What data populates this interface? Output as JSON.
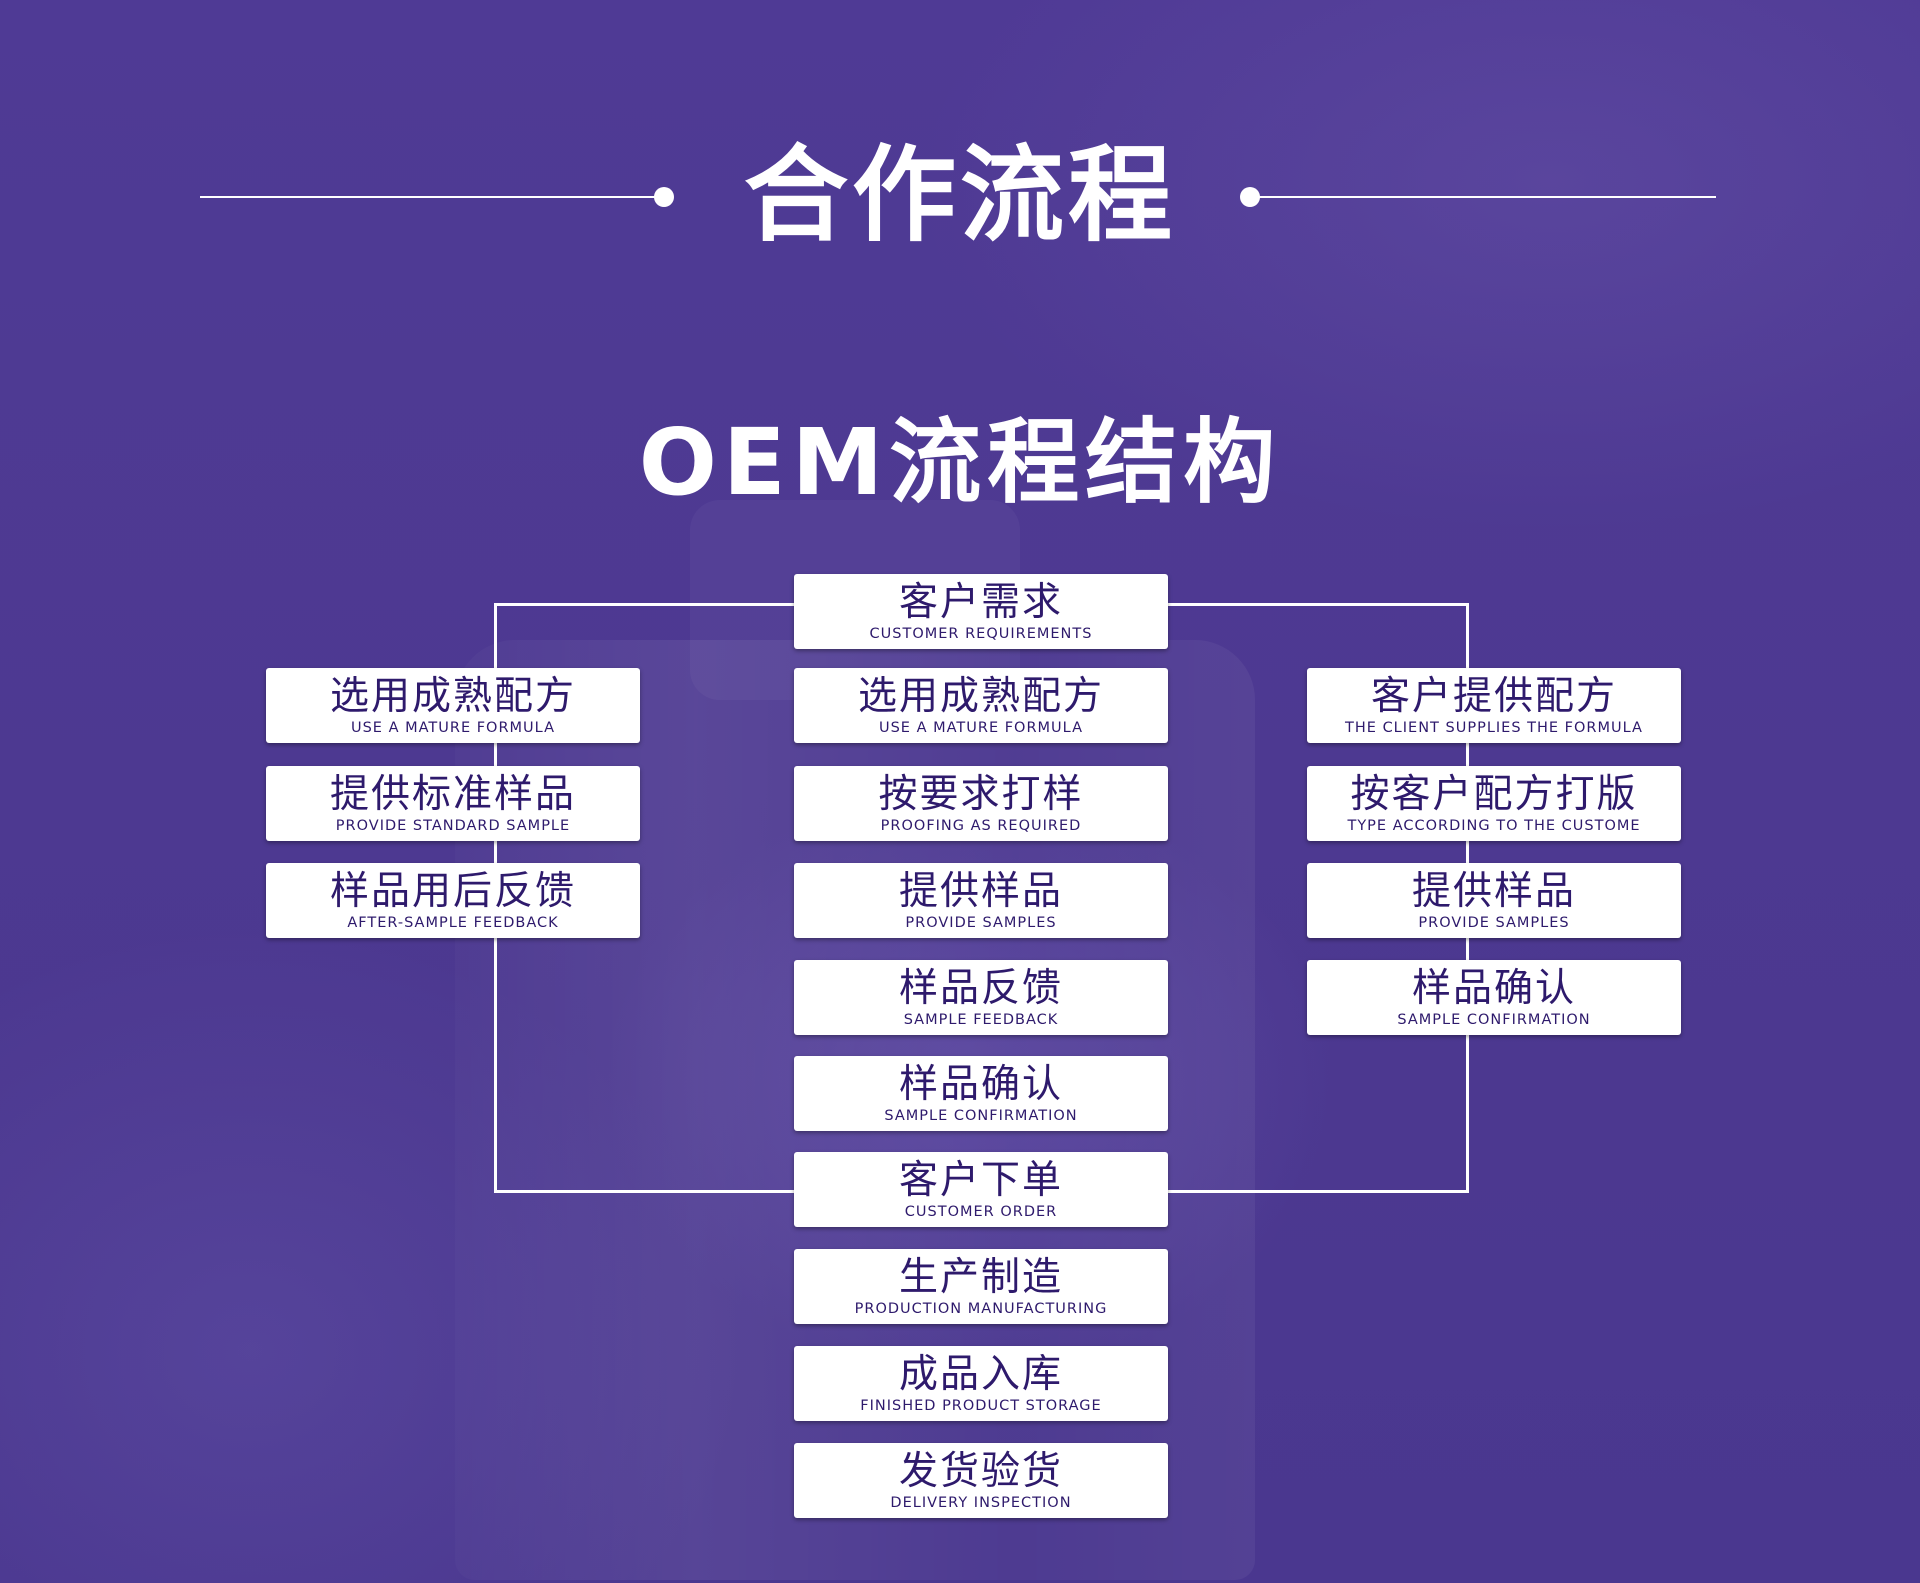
{
  "header": {
    "title": "合作流程",
    "subtitle": "OEM流程结构"
  },
  "flow": {
    "top": {
      "cn": "客户需求",
      "en": "CUSTOMER REQUIREMENTS"
    },
    "left": [
      {
        "cn": "选用成熟配方",
        "en": "USE A MATURE FORMULA"
      },
      {
        "cn": "提供标准样品",
        "en": "PROVIDE STANDARD SAMPLE"
      },
      {
        "cn": "样品用后反馈",
        "en": "AFTER-SAMPLE FEEDBACK"
      }
    ],
    "center": [
      {
        "cn": "选用成熟配方",
        "en": "USE A MATURE FORMULA"
      },
      {
        "cn": "按要求打样",
        "en": "PROOFING AS REQUIRED"
      },
      {
        "cn": "提供样品",
        "en": "PROVIDE SAMPLES"
      },
      {
        "cn": "样品反馈",
        "en": "SAMPLE FEEDBACK"
      },
      {
        "cn": "样品确认",
        "en": "SAMPLE CONFIRMATION"
      }
    ],
    "right": [
      {
        "cn": "客户提供配方",
        "en": "THE CLIENT SUPPLIES THE FORMULA"
      },
      {
        "cn": "按客户配方打版",
        "en": "TYPE ACCORDING TO THE CUSTOME"
      },
      {
        "cn": "提供样品",
        "en": "PROVIDE SAMPLES"
      },
      {
        "cn": "样品确认",
        "en": "SAMPLE CONFIRMATION"
      }
    ],
    "order": {
      "cn": "客户下单",
      "en": "CUSTOMER ORDER"
    },
    "after": [
      {
        "cn": "生产制造",
        "en": "PRODUCTION MANUFACTURING"
      },
      {
        "cn": "成品入库",
        "en": "FINISHED PRODUCT STORAGE"
      },
      {
        "cn": "发货验货",
        "en": "DELIVERY INSPECTION"
      }
    ]
  }
}
